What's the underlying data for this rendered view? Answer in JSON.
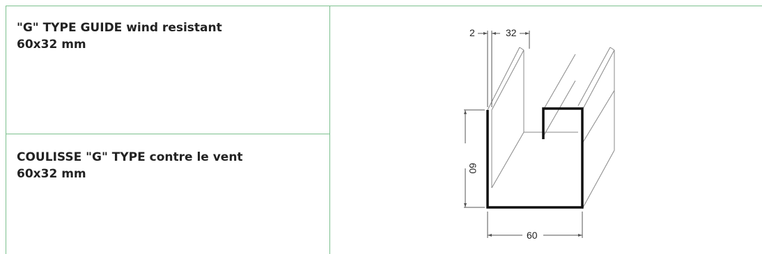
{
  "rows": [
    {
      "line1": "\"G\" TYPE GUIDE wind resistant",
      "line2": "60x32 mm"
    },
    {
      "line1": "COULISSE \"G\" TYPE contre le vent",
      "line2": "60x32 mm"
    }
  ],
  "drawing": {
    "dim_top_left": "2",
    "dim_top_right": "32",
    "dim_height": "60",
    "dim_width": "60"
  },
  "colors": {
    "border": "#7cc08e",
    "text": "#222222"
  }
}
